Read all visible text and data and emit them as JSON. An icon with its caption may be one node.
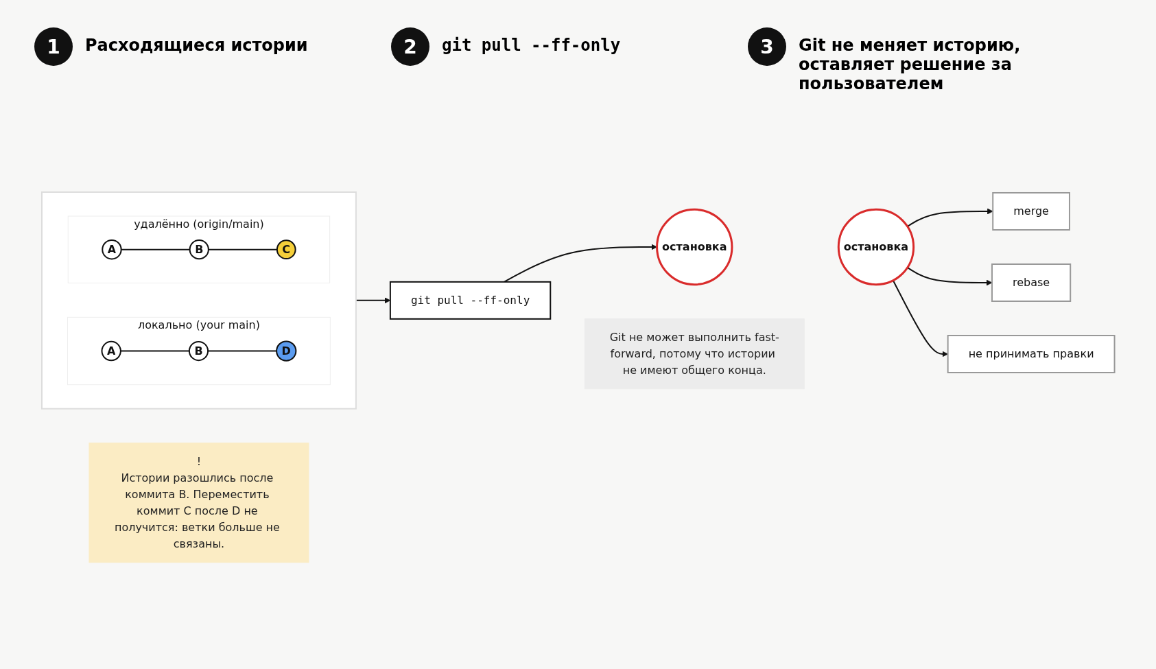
{
  "diagram": {
    "nodes": [
      {
        "text": [],
        "shape": "box"
      },
      {
        "text": [
          "удалённо (origin/main)"
        ],
        "in": 0
      },
      {
        "text": [
          "A"
        ],
        "in": 1
      },
      {
        "text": [
          "B"
        ],
        "in": 1
      },
      {
        "text": [
          "C"
        ],
        "in": 1
      },
      {
        "text": [
          "локально (your main)"
        ],
        "in": 0
      },
      {
        "text": [
          "A"
        ],
        "in": 5
      },
      {
        "text": [
          "B"
        ],
        "in": 5
      },
      {
        "text": [
          "D"
        ],
        "in": 5
      },
      {
        "text": [
          "!",
          "Истории разошлись после коммита B. Переместить коммит C после D не получится: ветки больше не связаны."
        ]
      },
      {
        "text": [
          "git pull --ff-only"
        ]
      },
      {
        "text": [
          "остановка"
        ]
      },
      {
        "text": [
          "Git не может выполнить fast-forward, потому что истории не имеют общего конца."
        ]
      },
      {
        "text": [
          "остановка"
        ]
      },
      {
        "text": [
          "merge"
        ]
      },
      {
        "text": [
          "rebase"
        ]
      },
      {
        "text": [
          "не принимать правки"
        ]
      }
    ],
    "edges": [
      {
        "from": 2,
        "to": 3,
        "arrow": "none"
      },
      {
        "from": 3,
        "to": 4,
        "arrow": "none"
      },
      {
        "from": 6,
        "to": 7,
        "arrow": "none"
      },
      {
        "from": 7,
        "to": 8,
        "arrow": "none"
      },
      {
        "from": 0,
        "to": 10,
        "arrow": "to"
      },
      {
        "from": 10,
        "to": 11,
        "arrow": "to"
      },
      {
        "from": 13,
        "to": 14,
        "arrow": "to"
      },
      {
        "from": 13,
        "to": 15,
        "arrow": "to"
      },
      {
        "from": 13,
        "to": 16,
        "arrow": "to"
      }
    ],
    "labels": [
      "1",
      "Расходящиеся истории",
      "2",
      "git pull --ff-only",
      "3",
      "Git не меняет историю, оставляет решение за пользователем"
    ]
  }
}
